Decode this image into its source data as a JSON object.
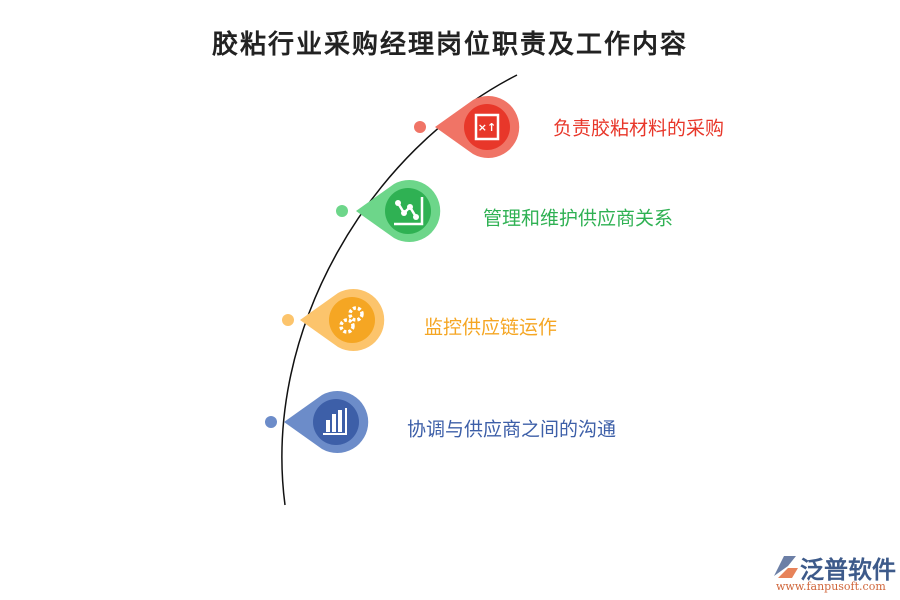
{
  "title": "胶粘行业采购经理岗位职责及工作内容",
  "items": [
    {
      "label": "负责胶粘材料的采购",
      "color": "#e8372a",
      "light": "#f07466",
      "icon": "strategy-board-icon"
    },
    {
      "label": "管理和维护供应商关系",
      "color": "#2fb153",
      "light": "#6dd68a",
      "icon": "line-chart-icon"
    },
    {
      "label": "监控供应链运作",
      "color": "#f5a623",
      "light": "#fcc46c",
      "icon": "gears-icon"
    },
    {
      "label": "协调与供应商之间的沟通",
      "color": "#3d5fa8",
      "light": "#6c8cc9",
      "icon": "bar-chart-icon"
    }
  ],
  "watermark": {
    "name": "泛普软件",
    "url": "www.fanpusoft.com"
  }
}
